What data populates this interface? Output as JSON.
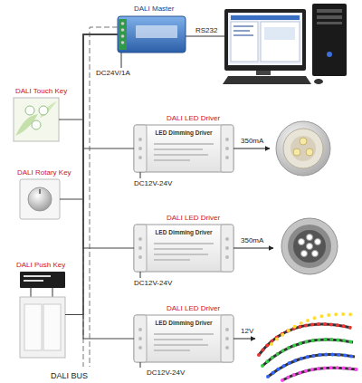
{
  "diagram": {
    "nodes": [
      {
        "text": [
          "DALI Master"
        ]
      },
      {
        "text": [
          "DALI Touch Key"
        ]
      },
      {
        "text": [
          "DALI LED Driver",
          "LED Dimming Driver"
        ]
      },
      {
        "text": [
          "DALI Rotary Key"
        ]
      },
      {
        "text": [
          "DALI LED Driver",
          "LED Dimming Driver"
        ]
      },
      {
        "text": [
          "DALI Push Key"
        ]
      },
      {
        "text": [
          "DALI LED Driver",
          "LED Dimming Driver"
        ]
      }
    ],
    "edges": [
      {
        "from": 0,
        "to": 1,
        "arrow": "none"
      },
      {
        "from": 0,
        "to": 2,
        "arrow": "none"
      },
      {
        "from": 0,
        "to": 3,
        "arrow": "none"
      },
      {
        "from": 0,
        "to": 4,
        "arrow": "none"
      },
      {
        "from": 0,
        "to": 5,
        "arrow": "none"
      },
      {
        "from": 0,
        "to": 6,
        "arrow": "none"
      }
    ],
    "labels": [
      "RS232",
      "DC24V/1A",
      "350mA",
      "DC12V-24V",
      "350mA",
      "DC12V-24V",
      "12V",
      "DC12V-24V",
      "DALI BUS"
    ]
  }
}
